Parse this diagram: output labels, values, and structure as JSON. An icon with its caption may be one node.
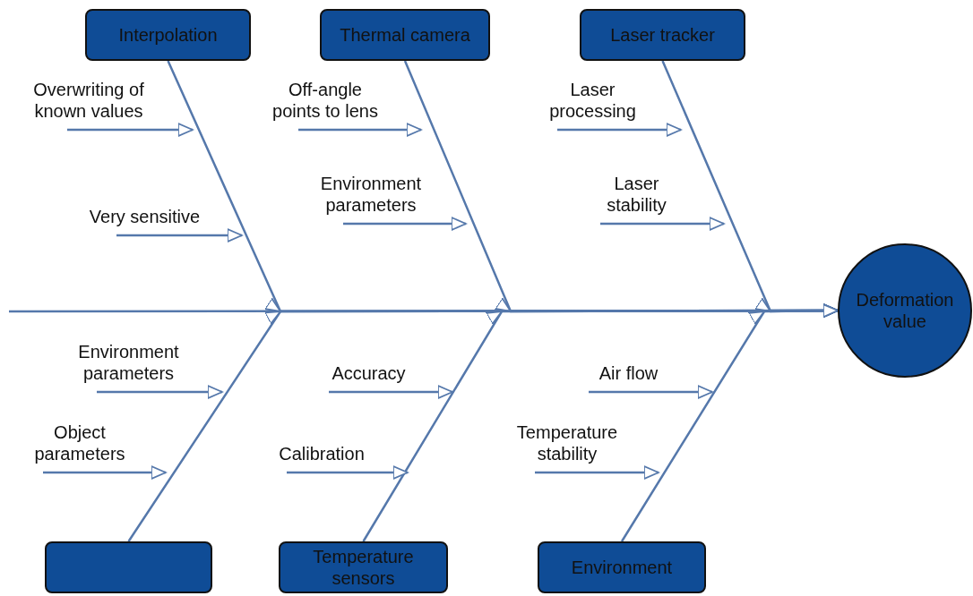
{
  "diagram": {
    "nodes": [
      {
        "text": [
          "Interpolation"
        ]
      },
      {
        "text": [
          "Thermal camera"
        ]
      },
      {
        "text": [
          "Laser tracker"
        ]
      },
      {
        "text": [
          "Overwriting of known values"
        ]
      },
      {
        "text": [
          "Off-angle points to lens"
        ]
      },
      {
        "text": [
          "Laser processing"
        ]
      },
      {
        "text": [
          "Very sensitive"
        ]
      },
      {
        "text": [
          "Environment parameters"
        ]
      },
      {
        "text": [
          "Laser stability"
        ]
      },
      {
        "text": [
          "Deformation value"
        ]
      },
      {
        "text": [
          "Environment parameters"
        ]
      },
      {
        "text": [
          "Accuracy"
        ]
      },
      {
        "text": [
          "Air flow"
        ]
      },
      {
        "text": [
          "Object parameters"
        ]
      },
      {
        "text": [
          "Calibration"
        ]
      },
      {
        "text": [
          "Temperature stability"
        ]
      },
      {
        "text": [],
        "shape": "box"
      },
      {
        "text": [
          "Temperature sensors"
        ]
      },
      {
        "text": [
          "Environment"
        ]
      }
    ],
    "edges": [
      {
        "from": null,
        "to": 9,
        "arrow": "to"
      },
      {
        "from": 0,
        "to": 9,
        "arrow": "to"
      },
      {
        "from": 1,
        "to": 9,
        "arrow": "to"
      },
      {
        "from": 2,
        "to": 9,
        "arrow": "to"
      },
      {
        "from": 16,
        "to": 9,
        "arrow": "to"
      },
      {
        "from": 17,
        "to": 9,
        "arrow": "to"
      },
      {
        "from": 18,
        "to": 9,
        "arrow": "to"
      },
      {
        "from": 3,
        "to": null,
        "arrow": "to"
      },
      {
        "from": 6,
        "to": null,
        "arrow": "to"
      },
      {
        "from": 4,
        "to": null,
        "arrow": "to"
      },
      {
        "from": 7,
        "to": null,
        "arrow": "to"
      },
      {
        "from": 5,
        "to": null,
        "arrow": "to"
      },
      {
        "from": 8,
        "to": null,
        "arrow": "to"
      },
      {
        "from": 10,
        "to": null,
        "arrow": "to"
      },
      {
        "from": 13,
        "to": null,
        "arrow": "to"
      },
      {
        "from": 11,
        "to": null,
        "arrow": "to"
      },
      {
        "from": 14,
        "to": null,
        "arrow": "to"
      },
      {
        "from": 12,
        "to": null,
        "arrow": "to"
      },
      {
        "from": 15,
        "to": null,
        "arrow": "to"
      }
    ]
  }
}
